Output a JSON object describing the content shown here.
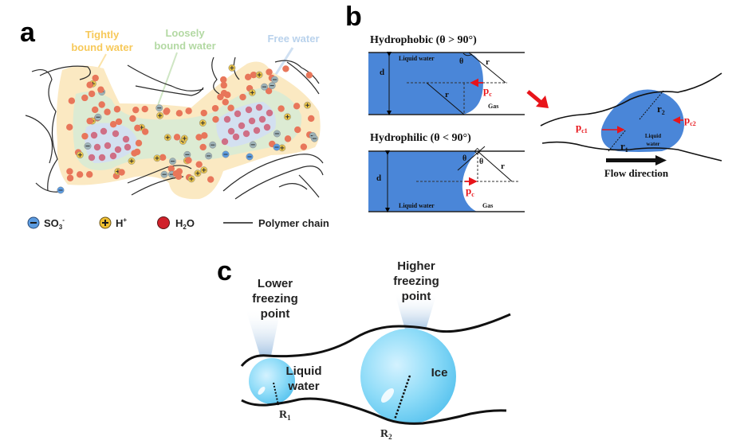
{
  "panels": {
    "a": {
      "letter": "a",
      "zone_labels": {
        "tightly": [
          "Tightly",
          "bound water"
        ],
        "loosely": [
          "Loosely",
          "bound water"
        ],
        "free": "Free water"
      },
      "legend": {
        "so3": {
          "base": "SO",
          "sub": "3",
          "sup": "-"
        },
        "h": {
          "base": "H",
          "sup": "+"
        },
        "h2o": {
          "pre": "H",
          "sub": "2",
          "post": "O"
        },
        "polymer": "Polymer chain"
      },
      "colors": {
        "tight_zone": "#fbe9c2",
        "loose_zone": "#dcebd3",
        "free_zone": "#d3e0f0",
        "tight_text": "#f7c95a",
        "loose_text": "#b3d9a3",
        "free_text": "#b9d2ec",
        "water_dot": "#e8765a",
        "free_water_dot": "#cf6f86",
        "sulfonate": "#9db3b8",
        "proton": "#e8c34a",
        "legend_so3": "#5b9be0",
        "legend_h": "#f0c030",
        "legend_h2o": "#d0202a"
      }
    },
    "b": {
      "letter": "b",
      "hydrophobic": {
        "title": "Hydrophobic (θ > 90°)",
        "liquid": "Liquid water",
        "gas": "Gas",
        "d": "d",
        "theta": "θ",
        "r": "r",
        "pc": {
          "base": "p",
          "sub": "c"
        }
      },
      "hydrophilic": {
        "title": "Hydrophilic (θ < 90°)",
        "liquid": "Liquid water",
        "gas": "Gas",
        "d": "d",
        "theta": "θ",
        "r": "r",
        "pc": {
          "base": "p",
          "sub": "c"
        }
      },
      "flow": {
        "pc1": {
          "base": "p",
          "sub": "c1"
        },
        "pc2": {
          "base": "p",
          "sub": "c2"
        },
        "r1": {
          "base": "r",
          "sub": "1"
        },
        "r2": {
          "base": "r",
          "sub": "2"
        },
        "liquid": [
          "Liquid",
          "water"
        ],
        "direction": "Flow direction"
      },
      "colors": {
        "water": "#4a86d8",
        "pressure": "#e8141a"
      }
    },
    "c": {
      "letter": "c",
      "lower": [
        "Lower",
        "freezing",
        "point"
      ],
      "higher": [
        "Higher",
        "freezing",
        "point"
      ],
      "liquid": [
        "Liquid",
        "water"
      ],
      "ice": "Ice",
      "R1": {
        "base": "R",
        "sub": "1"
      },
      "R2": {
        "base": "R",
        "sub": "2"
      },
      "colors": {
        "droplet": "#7fd3f5",
        "beam": "#b9d3ea"
      }
    }
  }
}
